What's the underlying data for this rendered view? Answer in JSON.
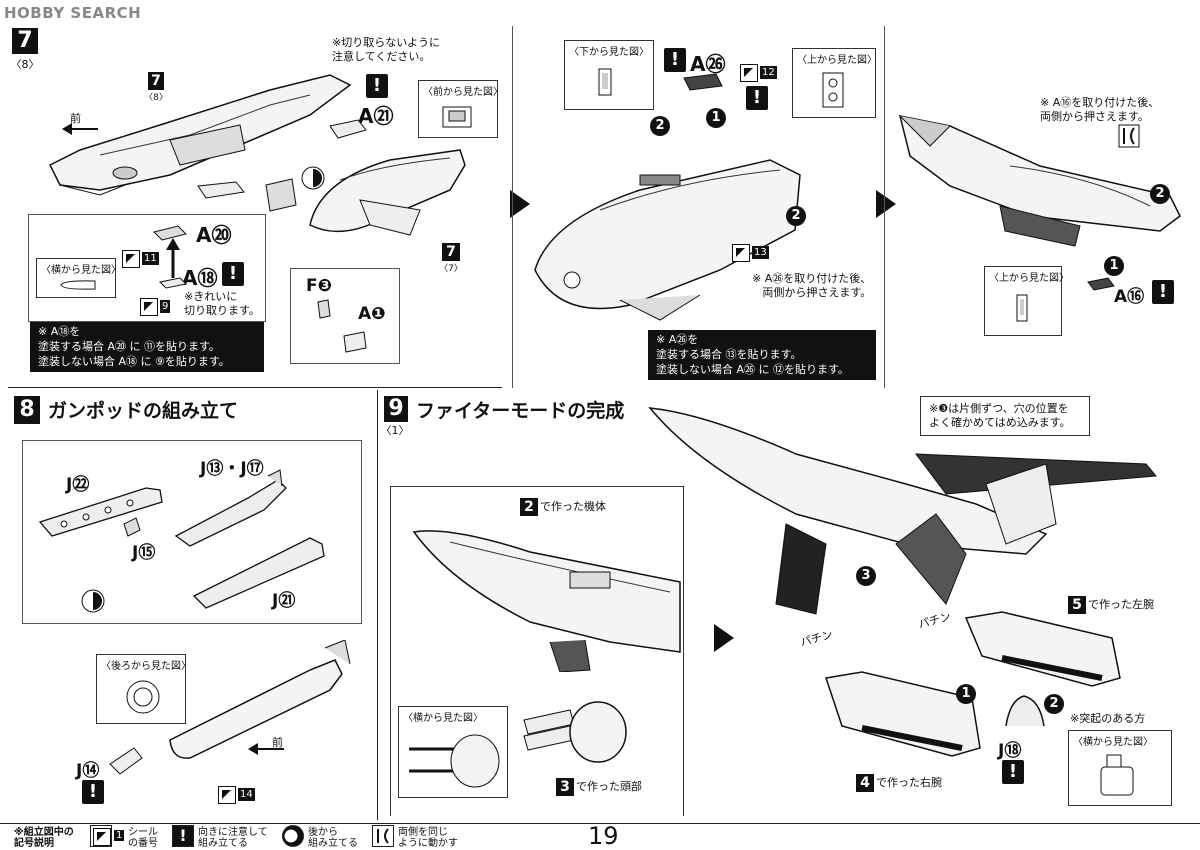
{
  "watermark": "HOBBY SEARCH",
  "step7": {
    "number": "7",
    "sub": "〈8〉",
    "inner_number": "7",
    "inner_sub": "〈8〉",
    "cockpit_number": "7",
    "cockpit_sub": "〈7〉",
    "front_arrow": "前",
    "careful_note": "※切り取らないように\n注意してください。",
    "front_view": "〈前から見た図〉",
    "a21": "A㉑",
    "a20": "A⑳",
    "a18": "A⑱",
    "side_view": "〈横から見た図〉",
    "clean_cut_note": "※きれいに\n切り取ります。",
    "f3": "F❸",
    "a1": "A❶",
    "sticker_11": "11",
    "sticker_9": "9",
    "paint_note_1": "※ A⑱を",
    "paint_note_2": "塗装する場合 A⑳ に",
    "paint_note_2b": "⑪を貼ります。",
    "paint_note_3": "塗装しない場合 A⑱ に",
    "paint_note_3b": "⑨を貼ります。"
  },
  "step7b": {
    "bottom_view": "〈下から見た図〉",
    "top_view": "〈上から見た図〉",
    "a26": "A㉖",
    "sticker_12": "12",
    "sticker_13": "13",
    "press_note": "※ A㉖を取り付けた後、\n両側から押さえます。",
    "paint_note_1": "※ A㉖を",
    "paint_note_2": "塗装する場合",
    "paint_note_2b": "⑬を貼ります。",
    "paint_note_3": "塗装しない場合 A㉖ に",
    "paint_note_3b": "⑫を貼ります。"
  },
  "step7c": {
    "press_note": "※ A⑯を取り付けた後、\n両側から押さえます。",
    "top_view": "〈上から見た図〉",
    "a16": "A⑯"
  },
  "step8": {
    "number": "8",
    "title": "ガンポッドの組み立て",
    "j22": "J㉒",
    "j13_17": "J⑬・J⑰",
    "j15": "J⑮",
    "j21": "J㉑",
    "rear_view": "〈後ろから見た図〉",
    "j14": "J⑭",
    "front_arrow": "前",
    "sticker_14": "14"
  },
  "step9": {
    "number": "9",
    "sub": "〈1〉",
    "title": "ファイターモードの完成",
    "fit_note": "※❸は片側ずつ、穴の位置を\nよく確かめてはめ込みます。",
    "body_made": "で作った機体",
    "body_num": "2",
    "head_made": "で作った頭部",
    "head_num": "3",
    "side_view": "〈横から見た図〉",
    "left_arm_num": "5",
    "left_arm": "で作った左腕",
    "right_arm_num": "4",
    "right_arm": "で作った右腕",
    "protrusion_note": "※突起のある方",
    "side_view2": "〈横から見た図〉",
    "j18": "J⑱",
    "pachin1": "パチン",
    "pachin2": "パチン"
  },
  "legend": {
    "title": "※組立図中の\n記号説明",
    "sticker_label": "シール\nの番号",
    "sticker_num": "1",
    "orient_label": "向きに注意して\n組み立てる",
    "rear_label": "後から\n組み立てる",
    "both_label": "両側を同じ\nように動かす"
  },
  "page_number": "19"
}
